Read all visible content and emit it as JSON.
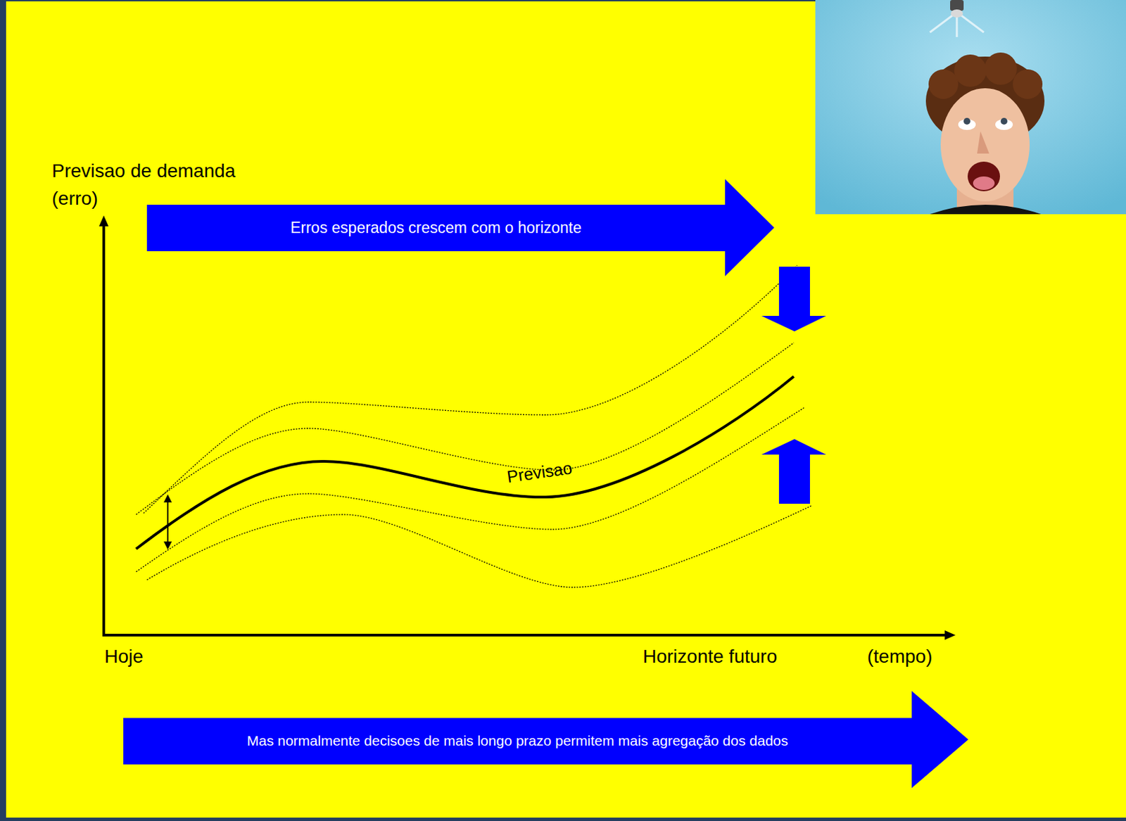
{
  "diagram": {
    "nodes": [
      {
        "text": [
          "Erros esperados crescem com o horizonte"
        ]
      },
      {
        "text": [
          "Mas normalmente decisoes de mais longo prazo permitem mais agregação dos dados"
        ]
      }
    ],
    "labels": [
      "Previsao de demanda",
      "(erro)",
      "Previsao",
      "Hoje",
      "Horizonte futuro",
      "(tempo)"
    ]
  }
}
